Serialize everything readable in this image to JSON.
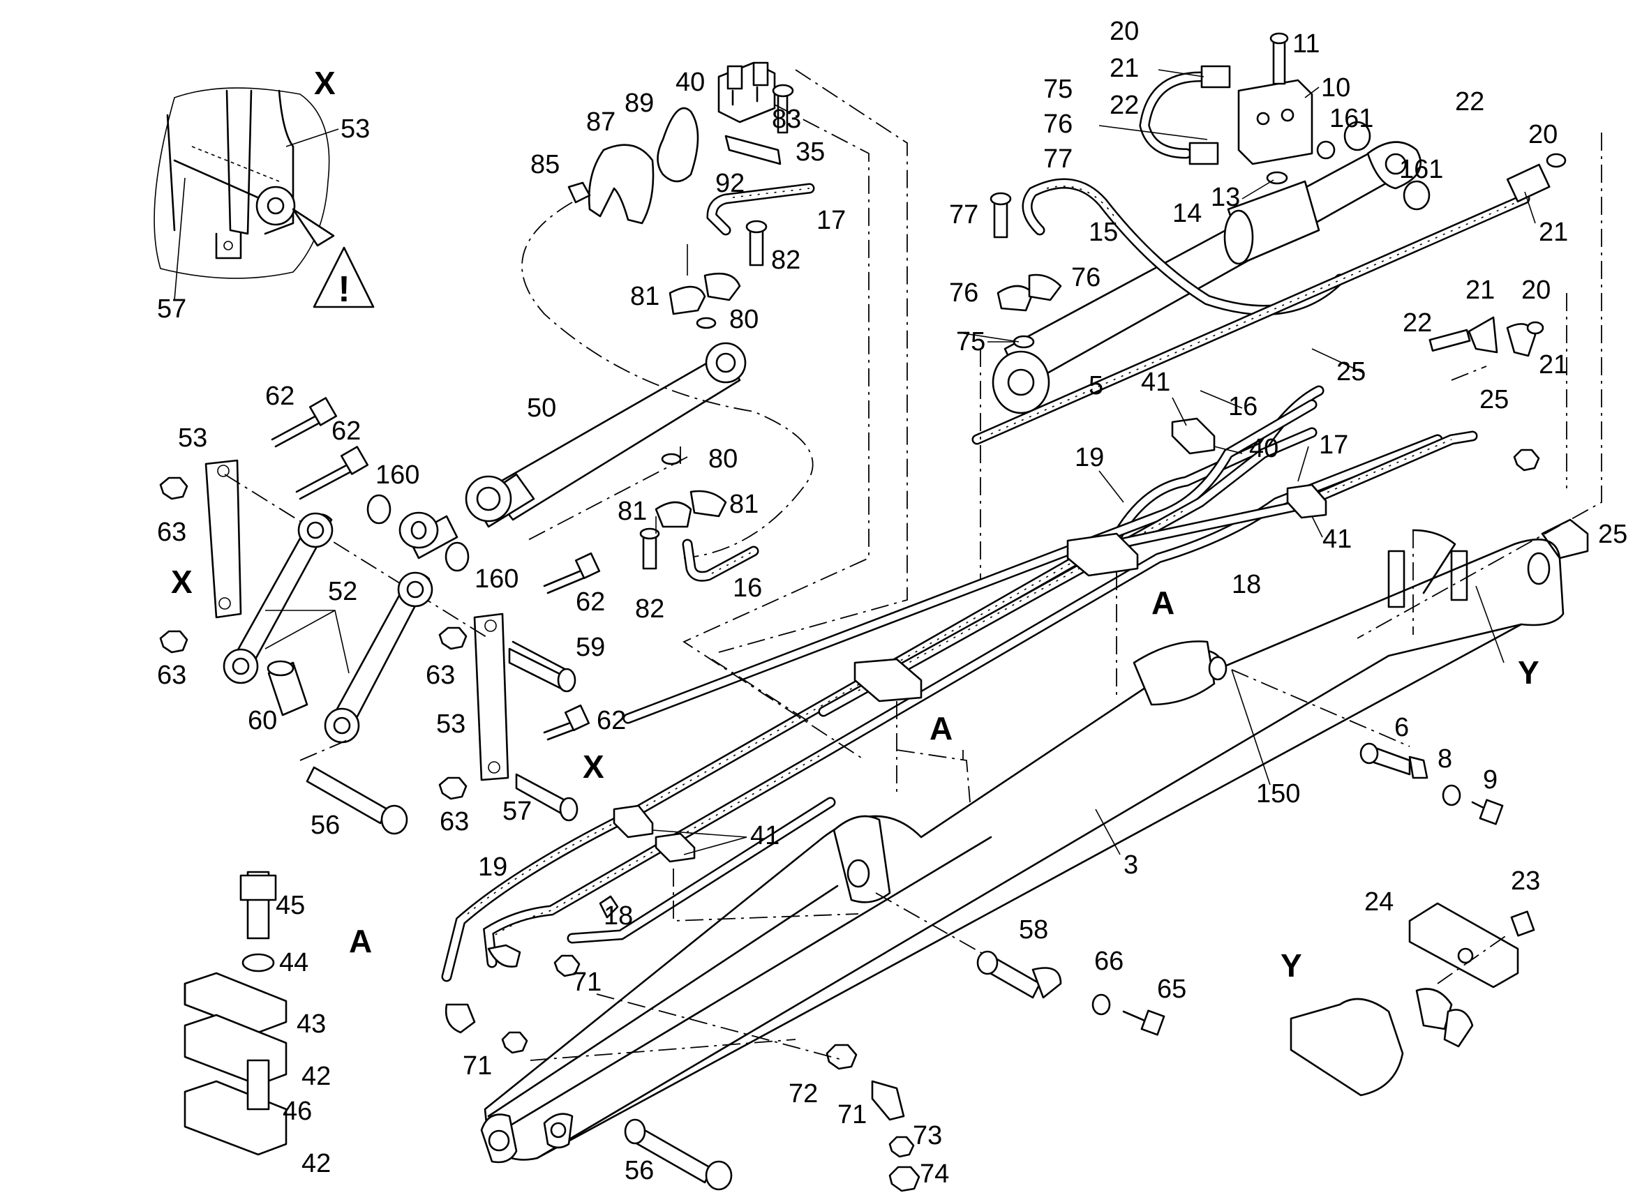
{
  "labels": {
    "n3": "3",
    "n5": "5",
    "n6": "6",
    "n8": "8",
    "n9": "9",
    "n10": "10",
    "n11": "11",
    "n13": "13",
    "n14": "14",
    "n15": "15",
    "n16": "16",
    "n17": "17",
    "n18": "18",
    "n19": "19",
    "n20": "20",
    "n21": "21",
    "n22": "22",
    "n23": "23",
    "n24": "24",
    "n25": "25",
    "n35": "35",
    "n40": "40",
    "n41": "41",
    "n42": "42",
    "n43": "43",
    "n44": "44",
    "n45": "45",
    "n46": "46",
    "n50": "50",
    "n52": "52",
    "n53": "53",
    "n56": "56",
    "n57": "57",
    "n58": "58",
    "n59": "59",
    "n60": "60",
    "n62": "62",
    "n63": "63",
    "n65": "65",
    "n66": "66",
    "n71": "71",
    "n72": "72",
    "n73": "73",
    "n74": "74",
    "n75": "75",
    "n76": "76",
    "n77": "77",
    "n80": "80",
    "n81": "81",
    "n82": "82",
    "n83": "83",
    "n85": "85",
    "n87": "87",
    "n89": "89",
    "n92": "92",
    "n150": "150",
    "n160": "160",
    "n161": "161"
  },
  "detail_letters": {
    "x": "X",
    "a": "A",
    "y": "Y"
  },
  "icons": {
    "warning": "warning-triangle-icon"
  }
}
